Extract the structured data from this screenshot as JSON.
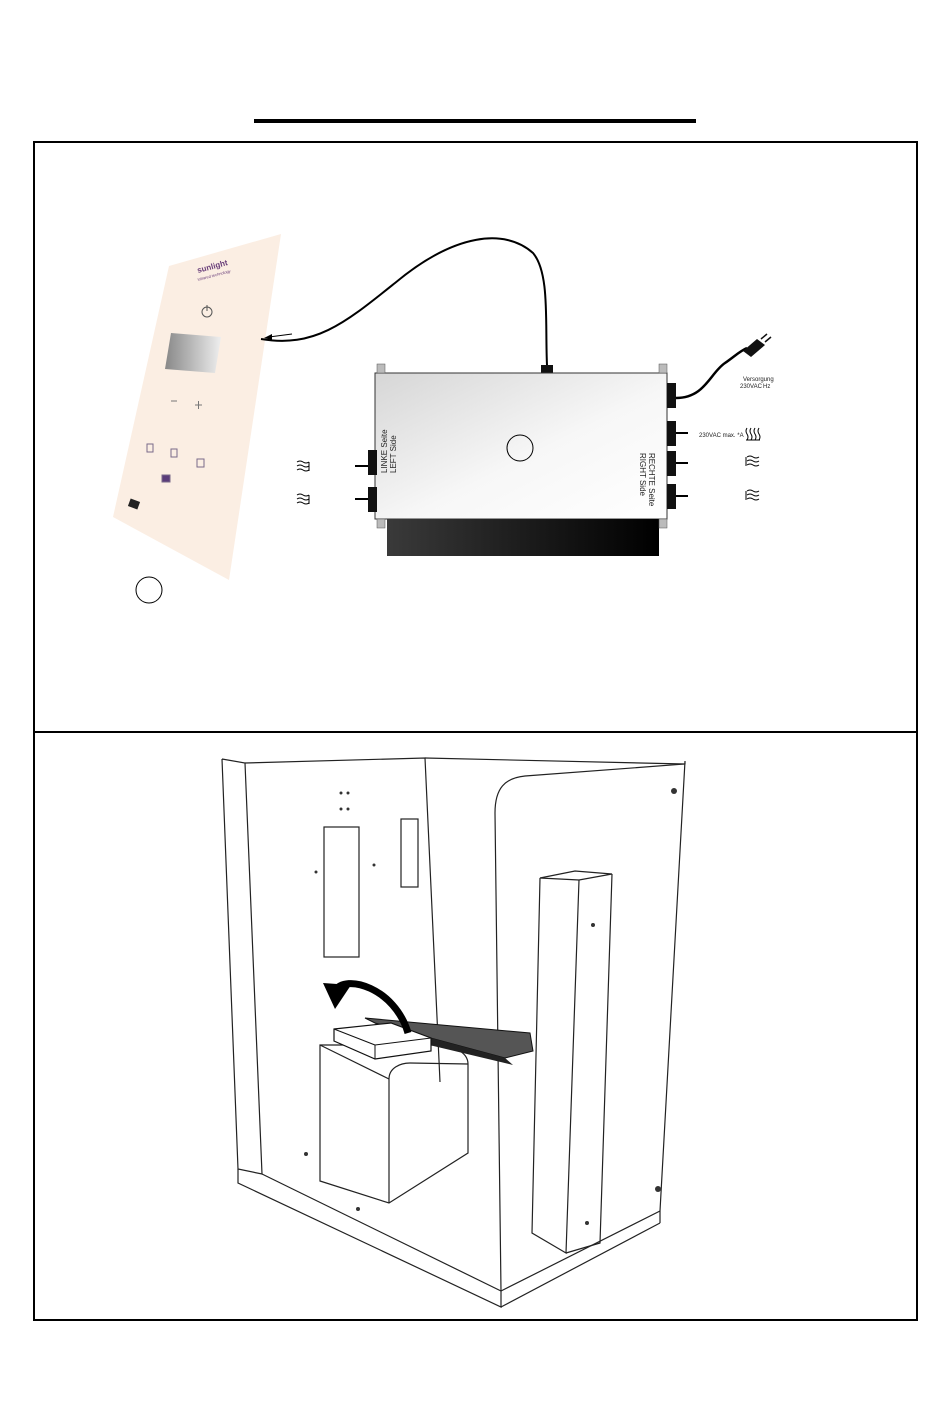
{
  "control_panel": {
    "brand": "sunlight",
    "brand_sub": "infrared technology"
  },
  "controller": {
    "left_side_de": "LINKE Seite",
    "left_side_en": "LEFT Side",
    "right_side_de": "RECHTE Seite",
    "right_side_en": "RIGHT Side",
    "supply_label": "Versorgung",
    "supply_value": "230VAC",
    "supply_freq": "Hz",
    "output_label": "230VAC max. *A"
  },
  "colors": {
    "panel_tint": "#fbeee3",
    "panel_logo": "#6a3f7a",
    "box_light": "#f4f4f4",
    "box_dark": "#111111"
  }
}
